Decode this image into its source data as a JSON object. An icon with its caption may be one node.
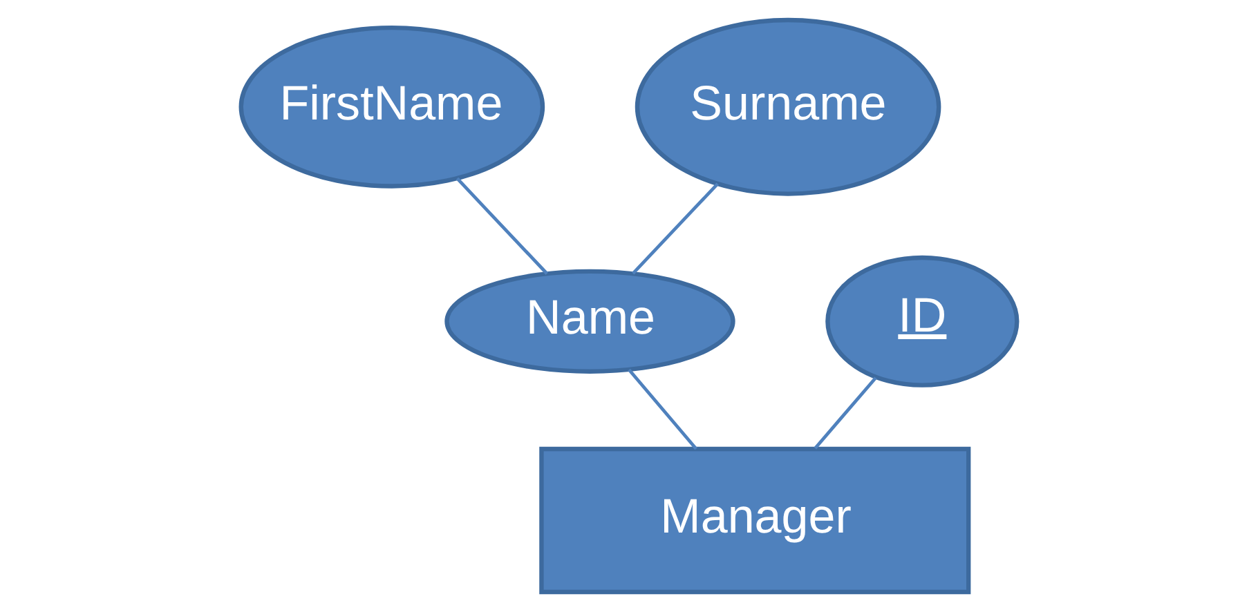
{
  "diagram": {
    "nodes": [
      {
        "text": [
          "FirstName"
        ]
      },
      {
        "text": [
          "Surname"
        ]
      },
      {
        "text": [
          "Name"
        ]
      },
      {
        "text": [
          "ID"
        ]
      },
      {
        "text": [
          "Manager"
        ]
      }
    ],
    "edges": [
      {
        "from": 0,
        "to": 2,
        "arrow": "none"
      },
      {
        "from": 1,
        "to": 2,
        "arrow": "none"
      },
      {
        "from": 2,
        "to": 4,
        "arrow": "none"
      },
      {
        "from": 3,
        "to": 4,
        "arrow": "none"
      }
    ]
  }
}
